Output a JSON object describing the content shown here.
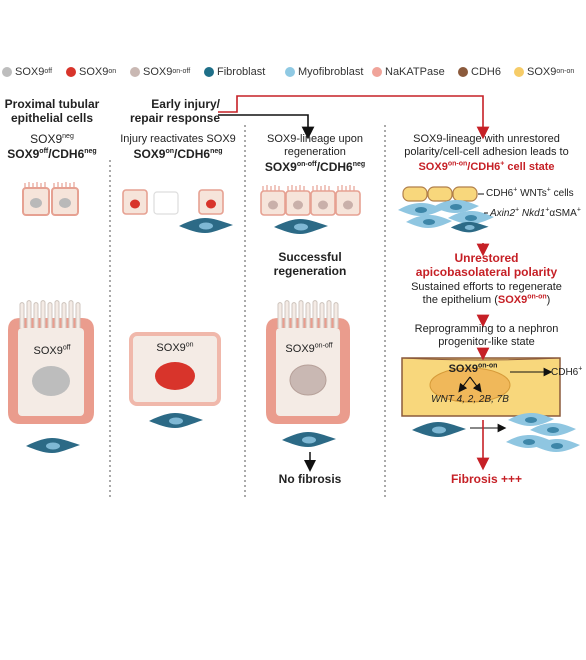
{
  "legend": [
    {
      "label": "SOX9",
      "sup": "off",
      "color": "#bdbdbd"
    },
    {
      "label": "SOX9",
      "sup": "on",
      "color": "#d8342b"
    },
    {
      "label": "SOX9",
      "sup": "on-off",
      "color": "#c9b8b3"
    },
    {
      "label": "Fibroblast",
      "sup": "",
      "color": "#1f6f88"
    },
    {
      "label": "Myofibroblast",
      "sup": "",
      "color": "#8fc9e3"
    },
    {
      "label": "NaKATPase",
      "sup": "",
      "color": "#f0a49a"
    },
    {
      "label": "CDH6",
      "sup": "",
      "color": "#8b5a3c"
    },
    {
      "label": "SOX9",
      "sup": "on-on",
      "color": "#f6cc68"
    }
  ],
  "col1": {
    "title_line1": "Proximal tubular",
    "title_line2": "epithelial cells",
    "sox_label": "SOX9",
    "sox_sup": "neg",
    "marker_a": "SOX9",
    "marker_a_sup": "off",
    "marker_b": "/CDH6",
    "marker_b_sup": "neg",
    "cell_label": "SOX9",
    "cell_label_sup": "off"
  },
  "injury": {
    "line1": "Early injury/",
    "line2": "repair response"
  },
  "col2": {
    "title": "Injury reactivates SOX9",
    "marker_a": "SOX9",
    "marker_a_sup": "on",
    "marker_b": "/CDH6",
    "marker_b_sup": "neg",
    "cell_label": "SOX9",
    "cell_label_sup": "on"
  },
  "col3": {
    "title_line1": "SOX9-lineage upon",
    "title_line2": "regeneration",
    "marker_a": "SOX9",
    "marker_a_sup": "on-off",
    "marker_b": "/CDH6",
    "marker_b_sup": "neg",
    "outcome_line1": "Successful",
    "outcome_line2": "regeneration",
    "cell_label": "SOX9",
    "cell_label_sup": "on-off",
    "final": "No fibrosis"
  },
  "col4": {
    "title_line1": "SOX9-lineage with unrestored",
    "title_line2": "polarity/cell-cell adhesion leads to",
    "state_a": "SOX9",
    "state_a_sup": "on-on",
    "state_b": "/CDH6",
    "state_b_sup": "+",
    "state_c": " cell state",
    "cdh6_cells": "CDH6",
    "cdh6_cells_sup": "+",
    "wnt_cells": " WNTs",
    "wnt_cells_sup": "+",
    "cells_word": " cells",
    "axin2": "Axin2",
    "nkd1": "Nkd1",
    "asma": "αSMA",
    "plus": "+",
    "unrestored_line1": "Unrestored",
    "unrestored_line2": "apicobasolateral polarity",
    "sustained_line1": "Sustained efforts to regenerate",
    "sustained_line2": "the epithelium (",
    "sustained_sox": "SOX9",
    "sustained_sox_sup": "on-on",
    "sustained_close": ")",
    "reprog_line1": "Reprogramming to a nephron",
    "reprog_line2": "progenitor-like state",
    "box_label": "SOX9",
    "box_label_sup": "on-on",
    "wnt_list": "WNT 4, 2, 2B, 7B",
    "cdh6_out": "CDH6",
    "cdh6_out_sup": "+",
    "final": "Fibrosis +++"
  }
}
